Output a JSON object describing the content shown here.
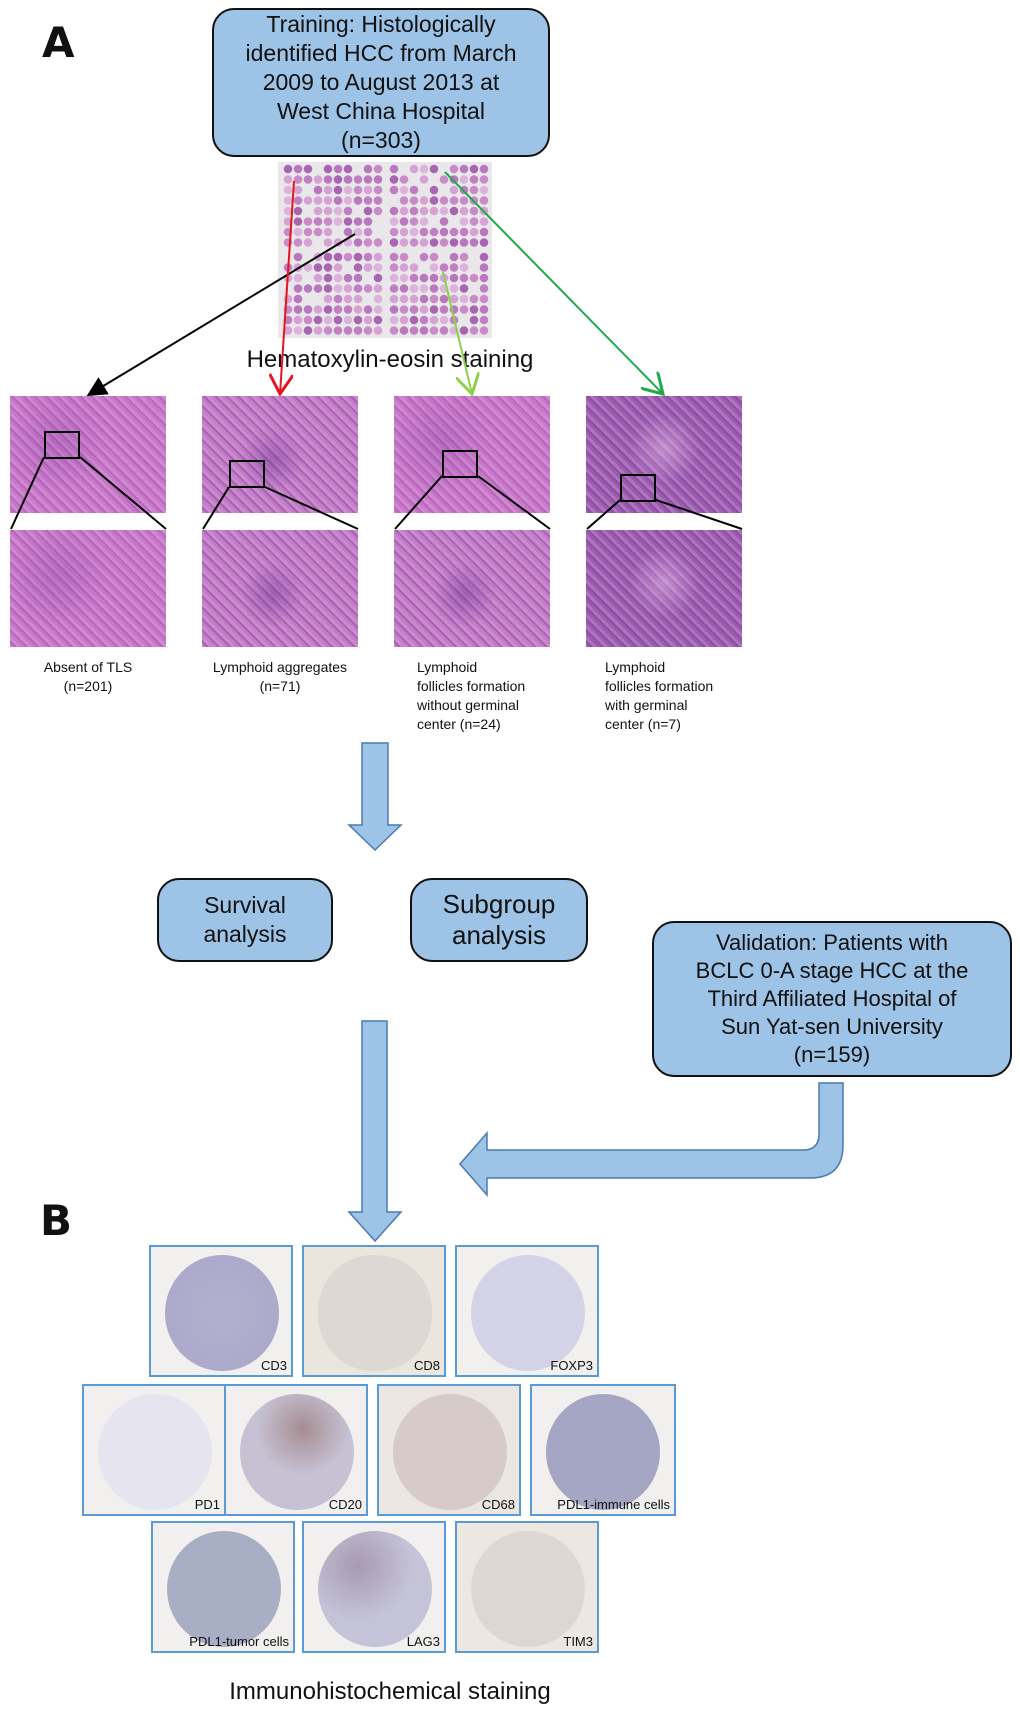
{
  "panel_a": {
    "letter": "A",
    "training_box": "Training: Histologically\nidentified HCC from March\n2009 to August 2013 at\nWest China Hospital\n(n=303)",
    "tma_caption": "Hematoxylin-eosin staining",
    "categories": [
      {
        "label": "Absent of TLS\n(n=201)",
        "n": 201,
        "arrow_color": "#000000"
      },
      {
        "label": "Lymphoid aggregates\n(n=71)",
        "n": 71,
        "arrow_color": "#e8141c"
      },
      {
        "label": "Lymphoid\nfollicles formation\nwithout germinal\ncenter (n=24)",
        "n": 24,
        "arrow_color": "#8cd14a"
      },
      {
        "label": "Lymphoid\nfollicles formation\nwith germinal\ncenter (n=7)",
        "n": 7,
        "arrow_color": "#1faa4a"
      }
    ],
    "survival_box": "Survival\nanalysis",
    "subgroup_box": "Subgroup\nanalysis",
    "validation_box": "Validation: Patients with\nBCLC 0-A stage HCC at the\nThird Affiliated Hospital of\nSun Yat-sen University\n(n=159)"
  },
  "panel_b": {
    "letter": "B",
    "markers": [
      "CD3",
      "CD8",
      "FOXP3",
      "PD1",
      "CD20",
      "CD68",
      "PDL1-immune cells",
      "PDL1-tumor cells",
      "LAG3",
      "TIM3"
    ],
    "caption": "Immunohistochemical staining"
  },
  "colors": {
    "box_fill": "#9dc3e6",
    "arrow_fill": "#9dc3e6",
    "arrow_stroke": "#4a7ab0",
    "ihc_border": "#5b9bd5"
  }
}
